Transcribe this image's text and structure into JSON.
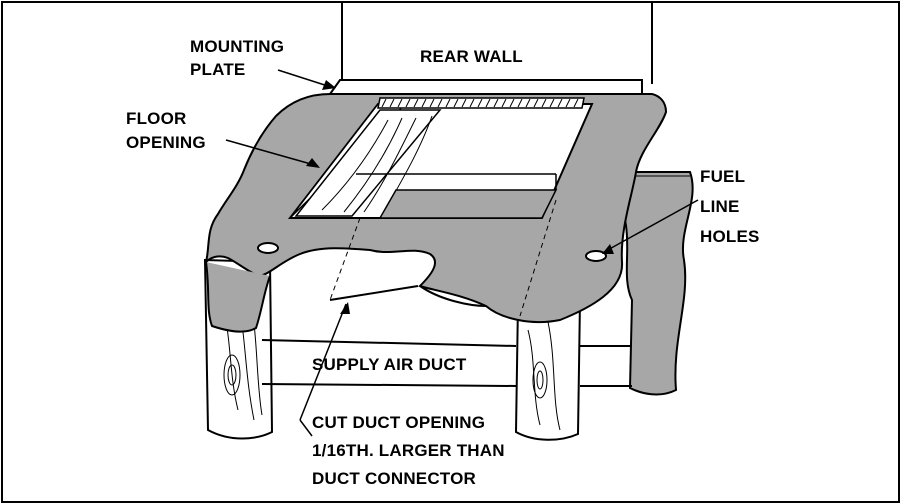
{
  "colors": {
    "ink": "#000000",
    "panel": "#a7a7a7",
    "wood": "#ffffff",
    "background": "#ffffff"
  },
  "labels": {
    "mounting_plate": [
      "MOUNTING",
      "PLATE"
    ],
    "rear_wall": "REAR WALL",
    "floor_opening": [
      "FLOOR",
      "OPENING"
    ],
    "fuel_line_holes": [
      "FUEL",
      "LINE",
      "HOLES"
    ],
    "supply_air_duct": "SUPPLY AIR DUCT",
    "cut_duct_opening": [
      "CUT DUCT OPENING",
      "1/16TH. LARGER THAN",
      "DUCT CONNECTOR"
    ]
  }
}
